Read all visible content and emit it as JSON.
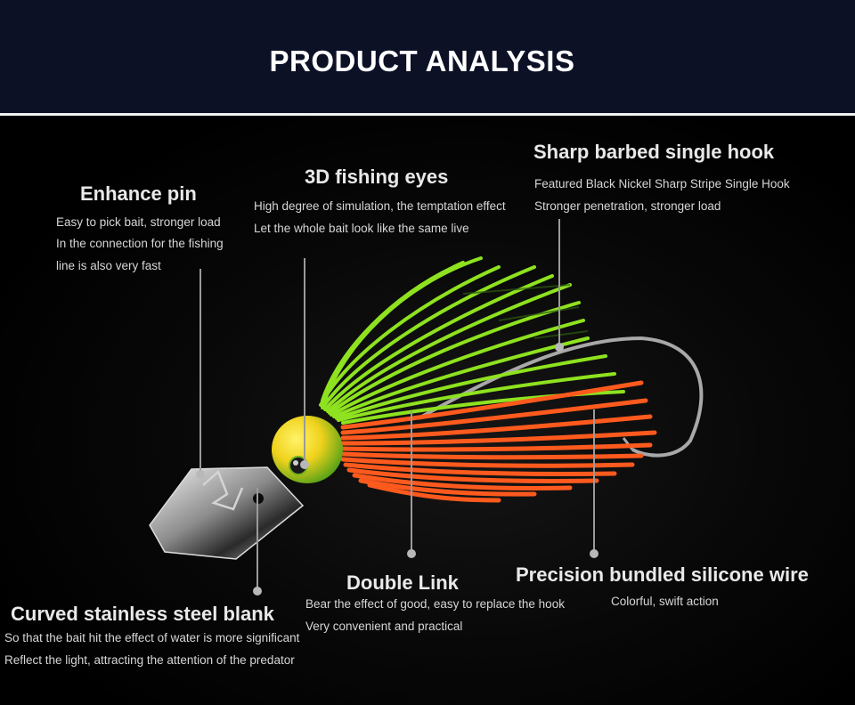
{
  "header": {
    "title": "PRODUCT ANALYSIS"
  },
  "features": {
    "enhance_pin": {
      "title": "Enhance pin",
      "lines": [
        "Easy to pick bait, stronger load",
        "In the connection for the fishing",
        "line is also very fast"
      ]
    },
    "fishing_eyes": {
      "title": "3D fishing eyes",
      "lines": [
        "High degree of simulation, the temptation effect",
        "Let the whole bait look like the same live"
      ]
    },
    "barbed_hook": {
      "title": "Sharp barbed single hook",
      "lines": [
        "Featured Black Nickel Sharp Stripe Single Hook",
        "Stronger penetration, stronger load"
      ]
    },
    "steel_blank": {
      "title": "Curved stainless steel blank",
      "lines": [
        "So that the bait hit the effect of water is more significant",
        "Reflect the light, attracting the attention of the predator"
      ]
    },
    "double_link": {
      "title": "Double Link",
      "lines": [
        "Bear the effect of good, easy to replace the hook",
        "Very convenient and practical"
      ]
    },
    "silicone_wire": {
      "title": "Precision bundled silicone wire",
      "lines": [
        "Colorful, swift action"
      ]
    }
  },
  "colors": {
    "header_bg": "#0c1126",
    "skirt_green": "#8ee21f",
    "skirt_orange": "#ff5a1e",
    "head_yellow": "#f5e32a",
    "blade_silver": "#c8c8c8"
  }
}
